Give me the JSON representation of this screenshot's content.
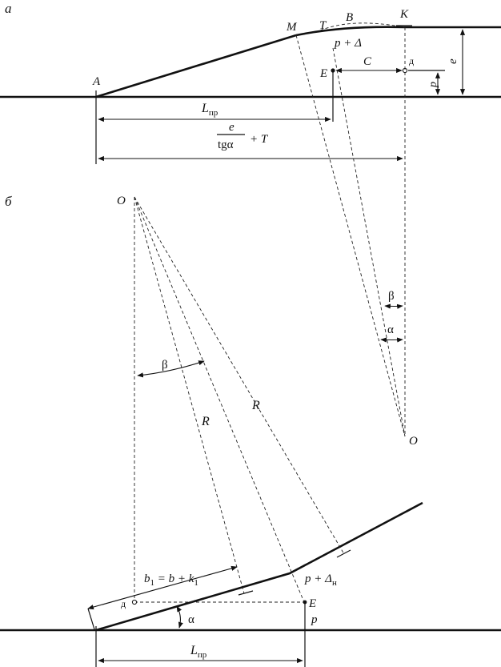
{
  "panel_a": {
    "label": "а",
    "points": {
      "A": "A",
      "M": "M",
      "T": "T",
      "B": "B",
      "K": "K",
      "E": "E",
      "D": "д"
    },
    "dims": {
      "C": "C",
      "e": "e",
      "p": "p",
      "p_delta": "p + Δ",
      "L": "L",
      "L_sub": "пр",
      "frac_num": "e",
      "frac_den": "tgα",
      "frac_plus": "+ T"
    },
    "angles": {
      "beta": "β",
      "alpha": "α"
    },
    "center": "O"
  },
  "panel_b": {
    "label": "б",
    "center": "O",
    "angle_beta": "β",
    "R1": "R",
    "R2": "R",
    "b1_text": "b",
    "b1_sub": "1",
    "b1_rest": " = b + k",
    "b1_sub2": "1",
    "p_delta": "p + Δ",
    "p_delta_sub": "н",
    "D": "д",
    "E": "E",
    "p": "p",
    "alpha": "α",
    "L": "L",
    "L_sub": "пр"
  }
}
